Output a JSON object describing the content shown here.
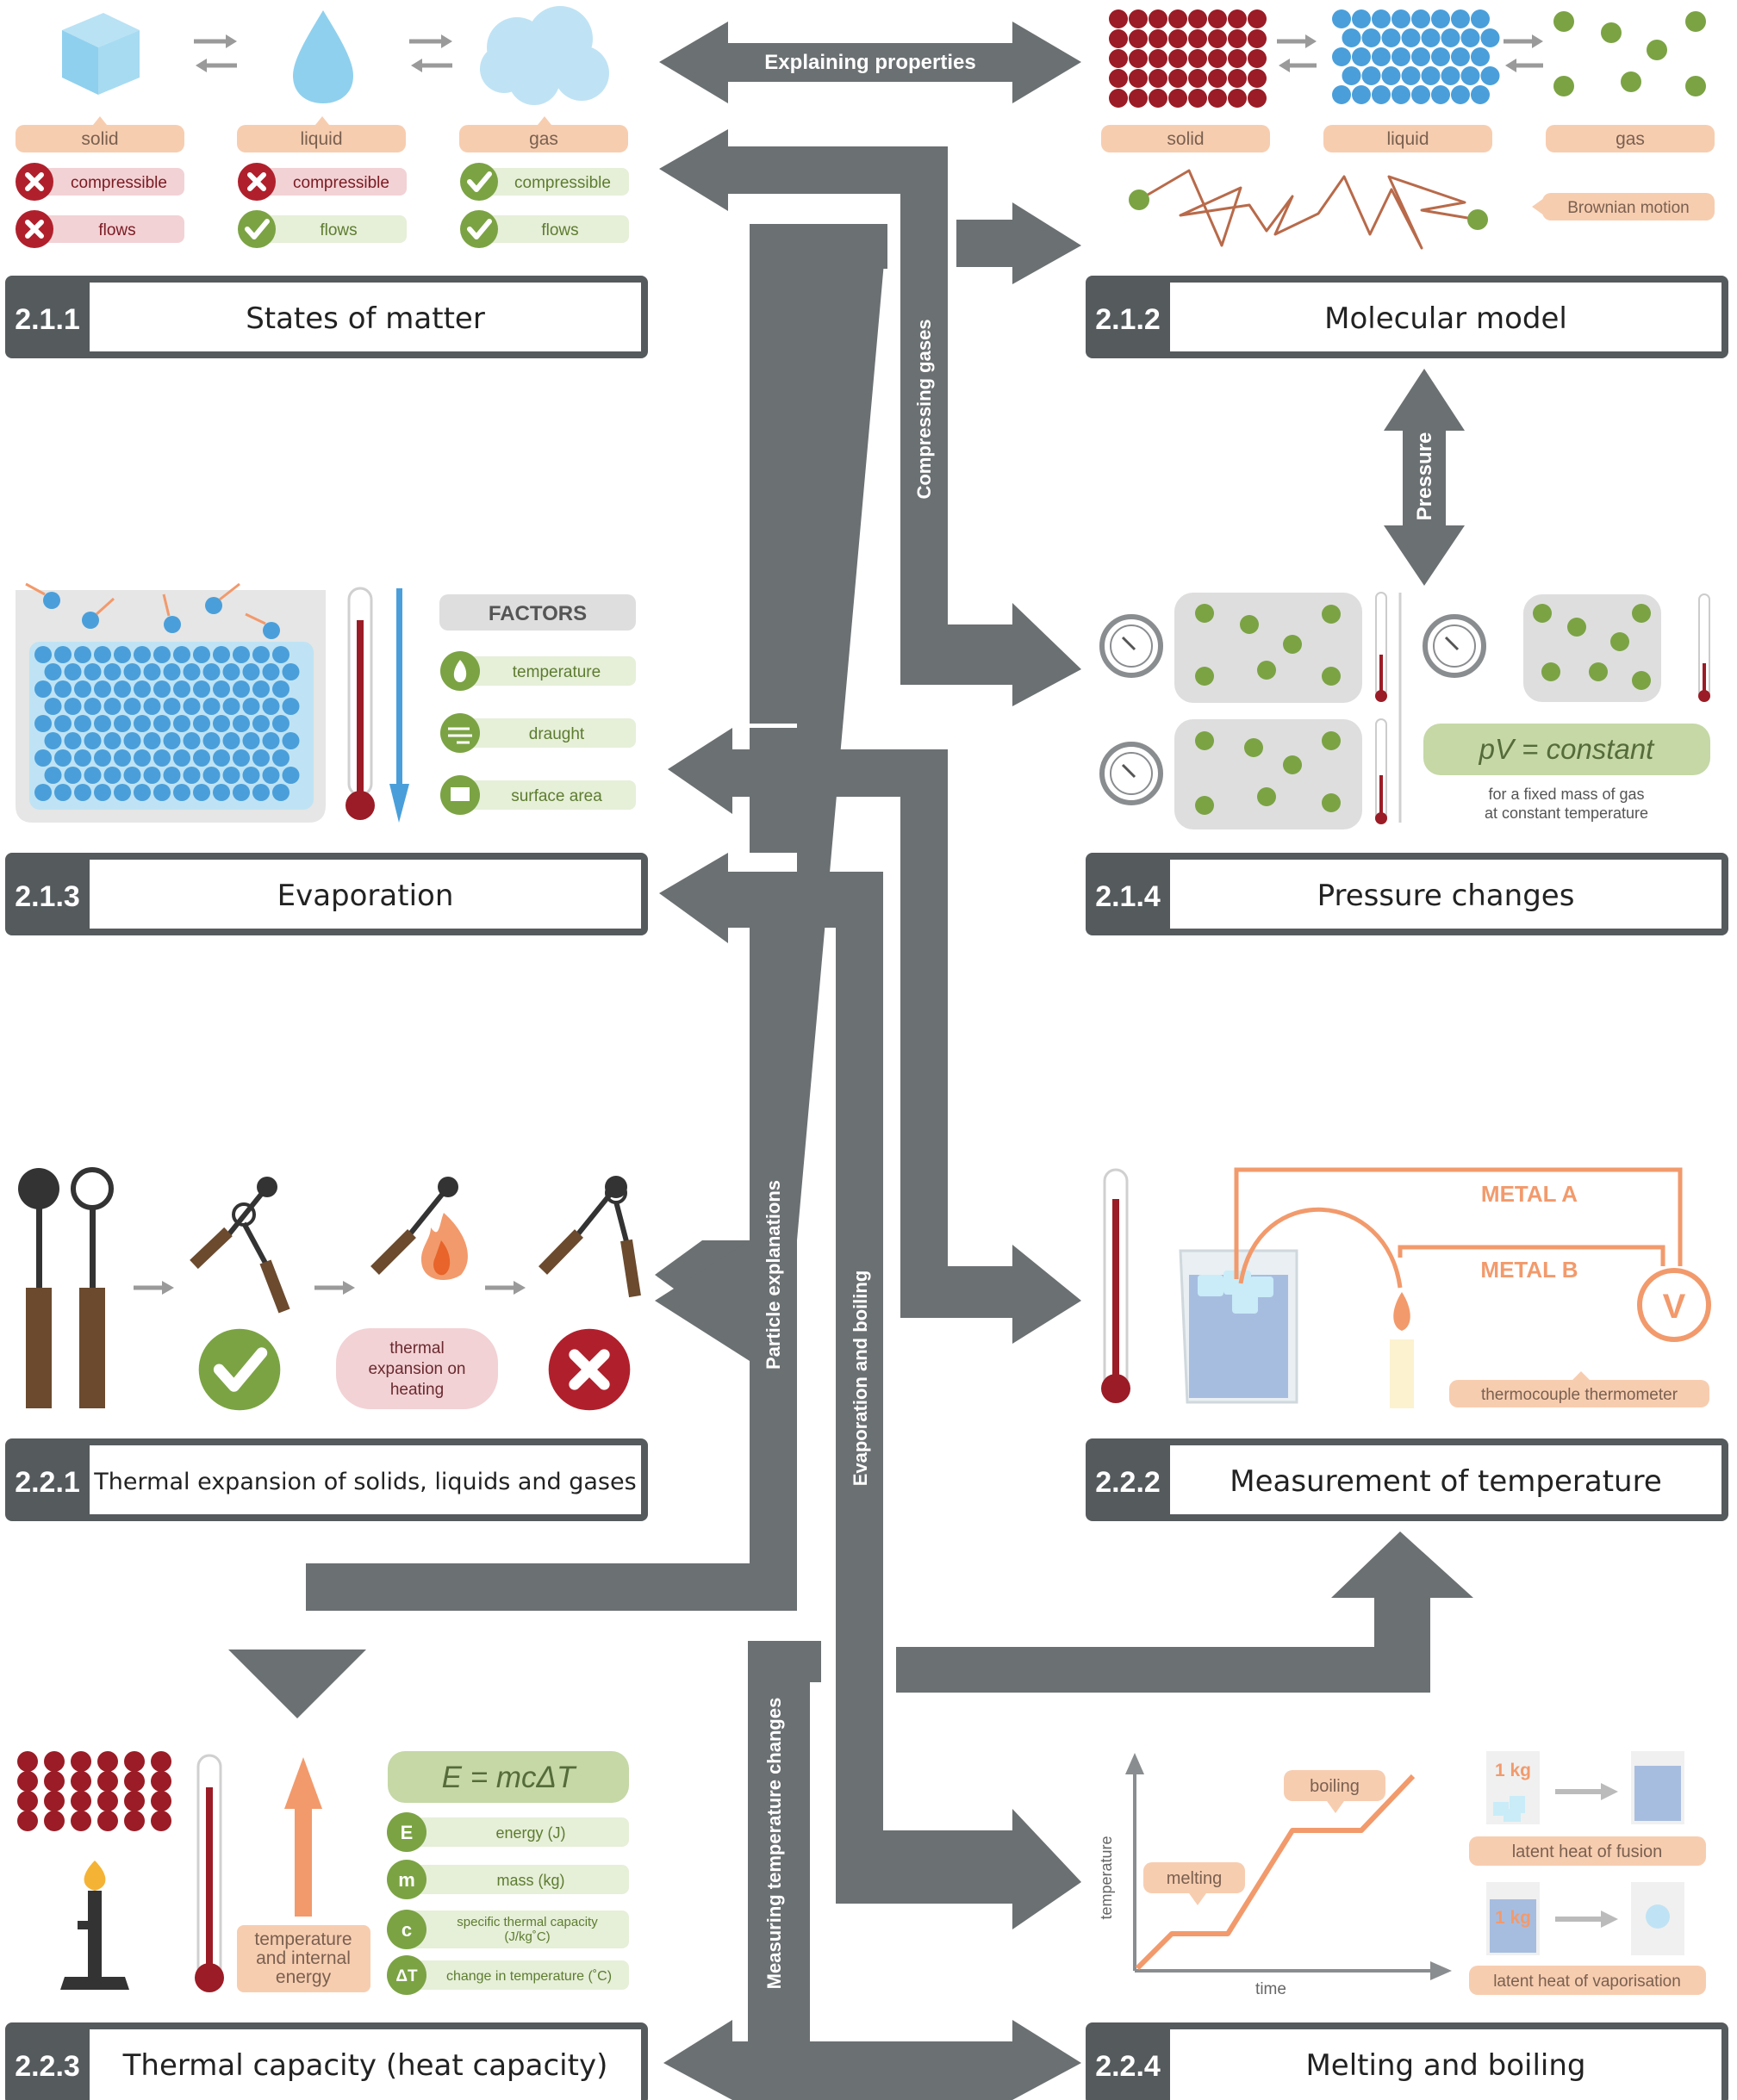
{
  "sections": [
    {
      "number": "2.1.1",
      "title": "States of matter"
    },
    {
      "number": "2.1.2",
      "title": "Molecular model"
    },
    {
      "number": "2.1.3",
      "title": "Evaporation"
    },
    {
      "number": "2.1.4",
      "title": "Pressure changes"
    },
    {
      "number": "2.2.1",
      "title": "Thermal expansion of solids, liquids and gases"
    },
    {
      "number": "2.2.2",
      "title": "Measurement of temperature"
    },
    {
      "number": "2.2.3",
      "title": "Thermal capacity (heat capacity)"
    },
    {
      "number": "2.2.4",
      "title": "Melting and boiling"
    }
  ],
  "arrows": {
    "explaining_properties": "Explaining properties",
    "compressing_gases": "Compressing gases",
    "pressure": "Pressure",
    "measuring_temperature_changes": "Measuring temperature changes",
    "particle_explanations": "Particle explanations",
    "evaporation_and_boiling": "Evaporation and boiling",
    "measuring_temperature_changes_2": "Measuring temperature changes"
  },
  "states": {
    "solid": "solid",
    "liquid": "liquid",
    "gas": "gas",
    "compressible": "compressible",
    "flows": "flows"
  },
  "molecular": {
    "solid": "solid",
    "liquid": "liquid",
    "gas": "gas",
    "brownian": "Brownian motion"
  },
  "evaporation": {
    "factors": "FACTORS",
    "temperature": "temperature",
    "draught": "draught",
    "surface_area": "surface area"
  },
  "pressure": {
    "equation": "pV = constant",
    "note1": "for a fixed mass of gas",
    "note2": "at constant temperature"
  },
  "expansion": {
    "label1": "thermal",
    "label2": "expansion on",
    "label3": "heating"
  },
  "measurement": {
    "metal_a": "METAL A",
    "metal_b": "METAL B",
    "voltmeter": "V",
    "thermocouple": "thermocouple thermometer"
  },
  "capacity": {
    "equation": "E = mcΔT",
    "e_sym": "E",
    "e_label": "energy (J)",
    "m_sym": "m",
    "m_label": "mass (kg)",
    "c_sym": "c",
    "c_label1": "specific thermal capacity",
    "c_label2": "(J/kg˚C)",
    "dt_sym": "ΔT",
    "dt_label": "change in temperature (˚C)",
    "energy1": "temperature",
    "energy2": "and internal",
    "energy3": "energy"
  },
  "melting": {
    "y_axis": "temperature",
    "x_axis": "time",
    "melting": "melting",
    "boiling": "boiling",
    "kg1": "1 kg",
    "kg2": "1 kg",
    "fusion": "latent heat of fusion",
    "vaporisation": "latent heat of vaporisation"
  },
  "colors": {
    "grey_arrow": "#6b7072",
    "dark_box": "#555a5d",
    "red": "#9b1c26",
    "blue": "#4a9fda",
    "green": "#7ba344",
    "peach": "#f7cdb0",
    "orange": "#f29a6c"
  }
}
